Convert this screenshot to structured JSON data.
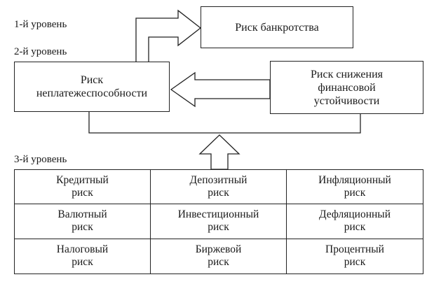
{
  "levels": {
    "level1": "1-й уровень",
    "level2": "2-й уровень",
    "level3": "3-й уровень"
  },
  "boxes": {
    "bankruptcy": "Риск банкротства",
    "insolvency": [
      "Риск",
      "неплатежеспособности"
    ],
    "stability": [
      "Риск снижения",
      "финансовой",
      "устойчивости"
    ]
  },
  "risks": [
    [
      "Кредитный",
      "риск"
    ],
    [
      "Депозитный",
      "риск"
    ],
    [
      "Инфляционный",
      "риск"
    ],
    [
      "Валютный",
      "риск"
    ],
    [
      "Инвестиционный",
      "риск"
    ],
    [
      "Дефляционный",
      "риск"
    ],
    [
      "Налоговый",
      "риск"
    ],
    [
      "Биржевой",
      "риск"
    ],
    [
      "Процентный",
      "риск"
    ]
  ]
}
